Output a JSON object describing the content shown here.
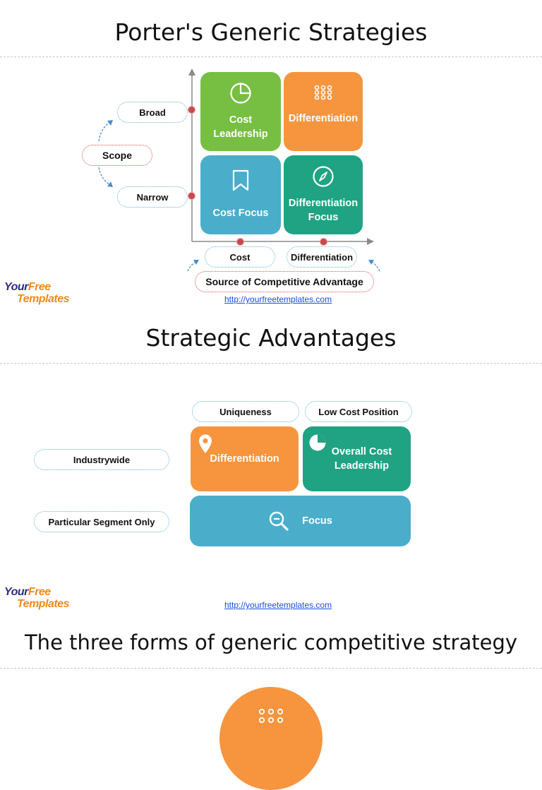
{
  "colors": {
    "green": "#77bf43",
    "orange": "#f7953e",
    "blue": "#4aaecb",
    "teal": "#20a383",
    "red": "#c9494b",
    "pill_border": "#6fb1d6"
  },
  "slide1": {
    "title": "Porter's Generic Strategies",
    "tiles": {
      "cost_leadership": {
        "line1": "Cost",
        "line2": "Leadership",
        "icon": "pie-chart-icon"
      },
      "differentiation": {
        "label": "Differentiation",
        "icon": "dots-grid-icon"
      },
      "cost_focus": {
        "label": "Cost Focus",
        "icon": "bookmark-icon"
      },
      "differentiation_focus": {
        "line1": "Differentiation",
        "line2": "Focus",
        "icon": "compass-icon"
      }
    },
    "scope": {
      "label": "Scope",
      "broad": "Broad",
      "narrow": "Narrow"
    },
    "source": {
      "label": "Source of Competitive Advantage",
      "cost": "Cost",
      "differentiation": "Differentiation"
    },
    "link": "http://yourfreetemplates.com"
  },
  "slide2": {
    "title": "Strategic Advantages",
    "columns": {
      "uniqueness": "Uniqueness",
      "low_cost": "Low Cost Position"
    },
    "rows": {
      "industrywide": "Industrywide",
      "segment": "Particular Segment Only"
    },
    "tiles": {
      "differentiation": {
        "label": "Differentiation",
        "icon": "location-pin-icon"
      },
      "overall_cost": {
        "line1": "Overall Cost",
        "line2": "Leadership",
        "icon": "pie-chart-icon"
      },
      "focus": {
        "label": "Focus",
        "icon": "magnifier-icon"
      }
    },
    "link": "http://yourfreetemplates.com"
  },
  "slide3": {
    "title": "The three forms of generic competitive strategy",
    "icon": "dots-grid-icon"
  },
  "logo": {
    "line1a": "Your",
    "line1b": "Free",
    "line2": "Templates"
  }
}
